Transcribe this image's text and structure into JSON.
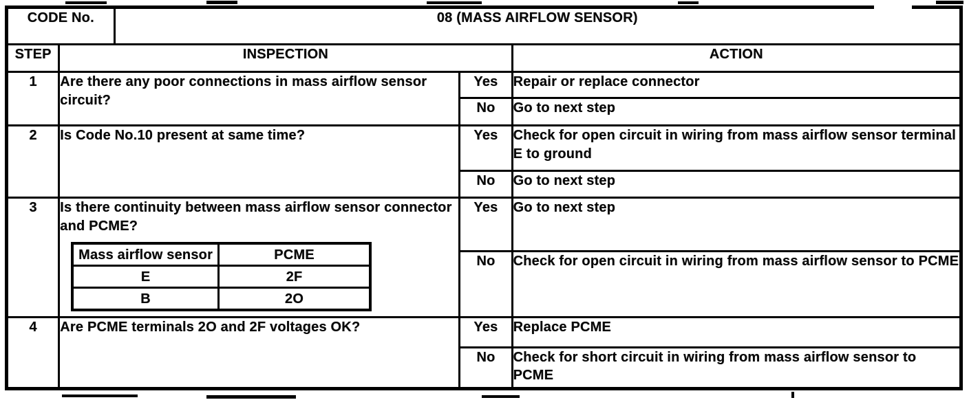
{
  "doc": {
    "code_label": "CODE No.",
    "code_value": "08 (MASS AIRFLOW SENSOR)",
    "columns": {
      "step": "STEP",
      "inspection": "INSPECTION",
      "action": "ACTION"
    },
    "steps": [
      {
        "step": "1",
        "inspection": "Are there any poor connections in mass airflow sensor circuit?",
        "branches": [
          {
            "answer": "Yes",
            "action": "Repair or replace connector"
          },
          {
            "answer": "No",
            "action": "Go to next step"
          }
        ]
      },
      {
        "step": "2",
        "inspection": "Is Code No.10 present at same time?",
        "branches": [
          {
            "answer": "Yes",
            "action": "Check for open circuit in wiring from mass airflow sensor terminal E to ground"
          },
          {
            "answer": "No",
            "action": "Go to next step"
          }
        ]
      },
      {
        "step": "3",
        "inspection": "Is there continuity between mass airflow sensor connector and PCME?",
        "subtable": {
          "headers": [
            "Mass airflow sensor",
            "PCME"
          ],
          "rows": [
            [
              "E",
              "2F"
            ],
            [
              "B",
              "2O"
            ]
          ]
        },
        "branches": [
          {
            "answer": "Yes",
            "action": "Go to next step"
          },
          {
            "answer": "No",
            "action": "Check for open circuit in wiring from mass airflow sensor to PCME"
          }
        ]
      },
      {
        "step": "4",
        "inspection": "Are PCME terminals 2O and 2F voltages OK?",
        "branches": [
          {
            "answer": "Yes",
            "action": "Replace PCME"
          },
          {
            "answer": "No",
            "action": "Check for short circuit in wiring from mass airflow sensor to PCME"
          }
        ]
      }
    ]
  }
}
